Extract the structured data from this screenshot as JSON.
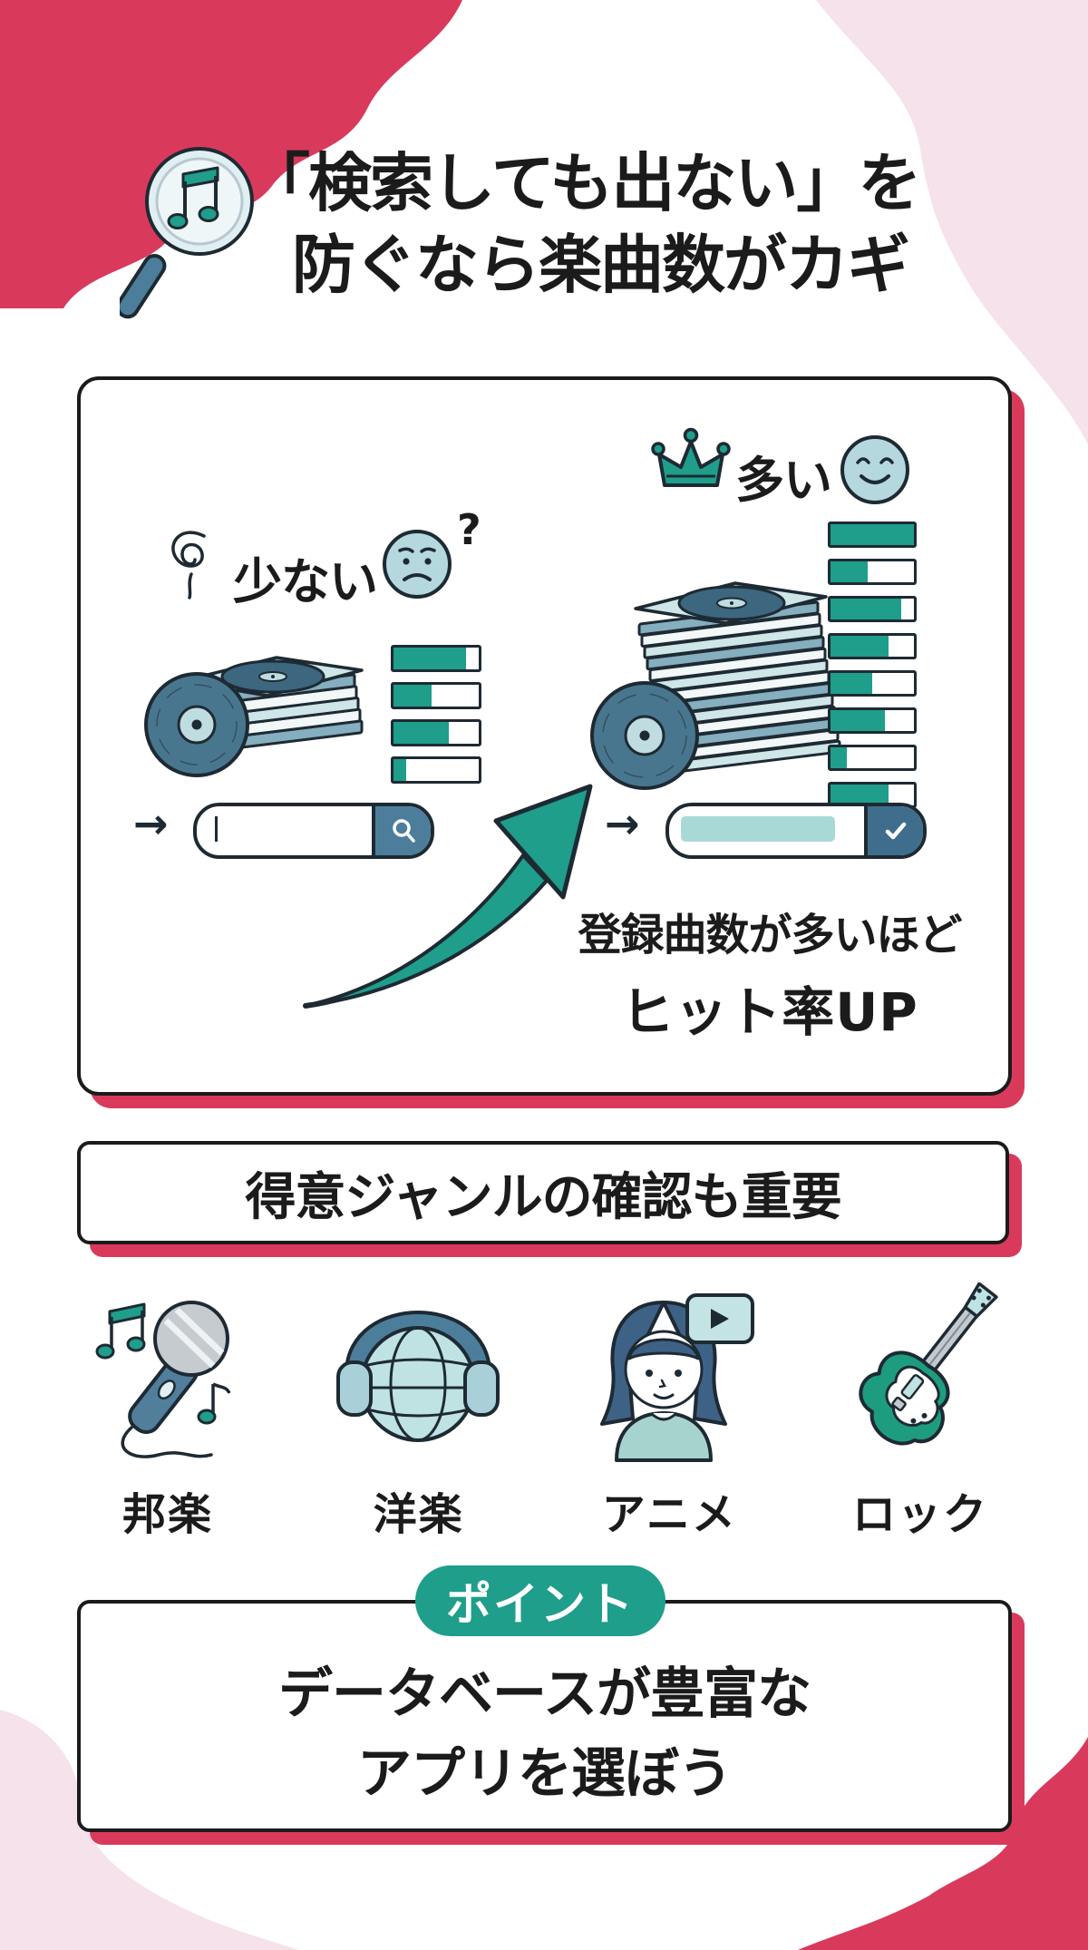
{
  "palette": {
    "accent_red": "#d93a5c",
    "pale_pink": "#f6e2eb",
    "teal": "#1e9e8b",
    "blue_gray": "#4c7e9b",
    "light_blue": "#b5d8de",
    "ink": "#1b1b1b"
  },
  "header": {
    "icon": "magnifier-music-icon",
    "title_line1": "「検索しても出ない」を",
    "title_line2": "防ぐなら楽曲数がカギ"
  },
  "comparison": {
    "left": {
      "label": "少ない",
      "question_mark": "?",
      "mood": "sad-face-icon",
      "scribble": "dizzy-swirl-icon",
      "bars": [
        85,
        45,
        65,
        15
      ],
      "arrow": "→",
      "search_state": "empty"
    },
    "right": {
      "label": "多い",
      "crown": "crown-icon",
      "mood": "happy-face-icon",
      "bars": [
        100,
        45,
        85,
        70,
        50,
        65,
        20,
        70
      ],
      "arrow": "→",
      "search_state": "filled"
    },
    "caption_line1": "登録曲数が多いほど",
    "caption_line2": "ヒット率UP"
  },
  "banner": {
    "text": "得意ジャンルの確認も重要"
  },
  "genres": [
    {
      "label": "邦楽",
      "icon": "microphone-icon"
    },
    {
      "label": "洋楽",
      "icon": "globe-headphones-icon"
    },
    {
      "label": "アニメ",
      "icon": "anime-girl-icon"
    },
    {
      "label": "ロック",
      "icon": "electric-guitar-icon"
    }
  ],
  "point": {
    "badge": "ポイント",
    "line1": "データベースが豊富な",
    "line2": "アプリを選ぼう"
  }
}
